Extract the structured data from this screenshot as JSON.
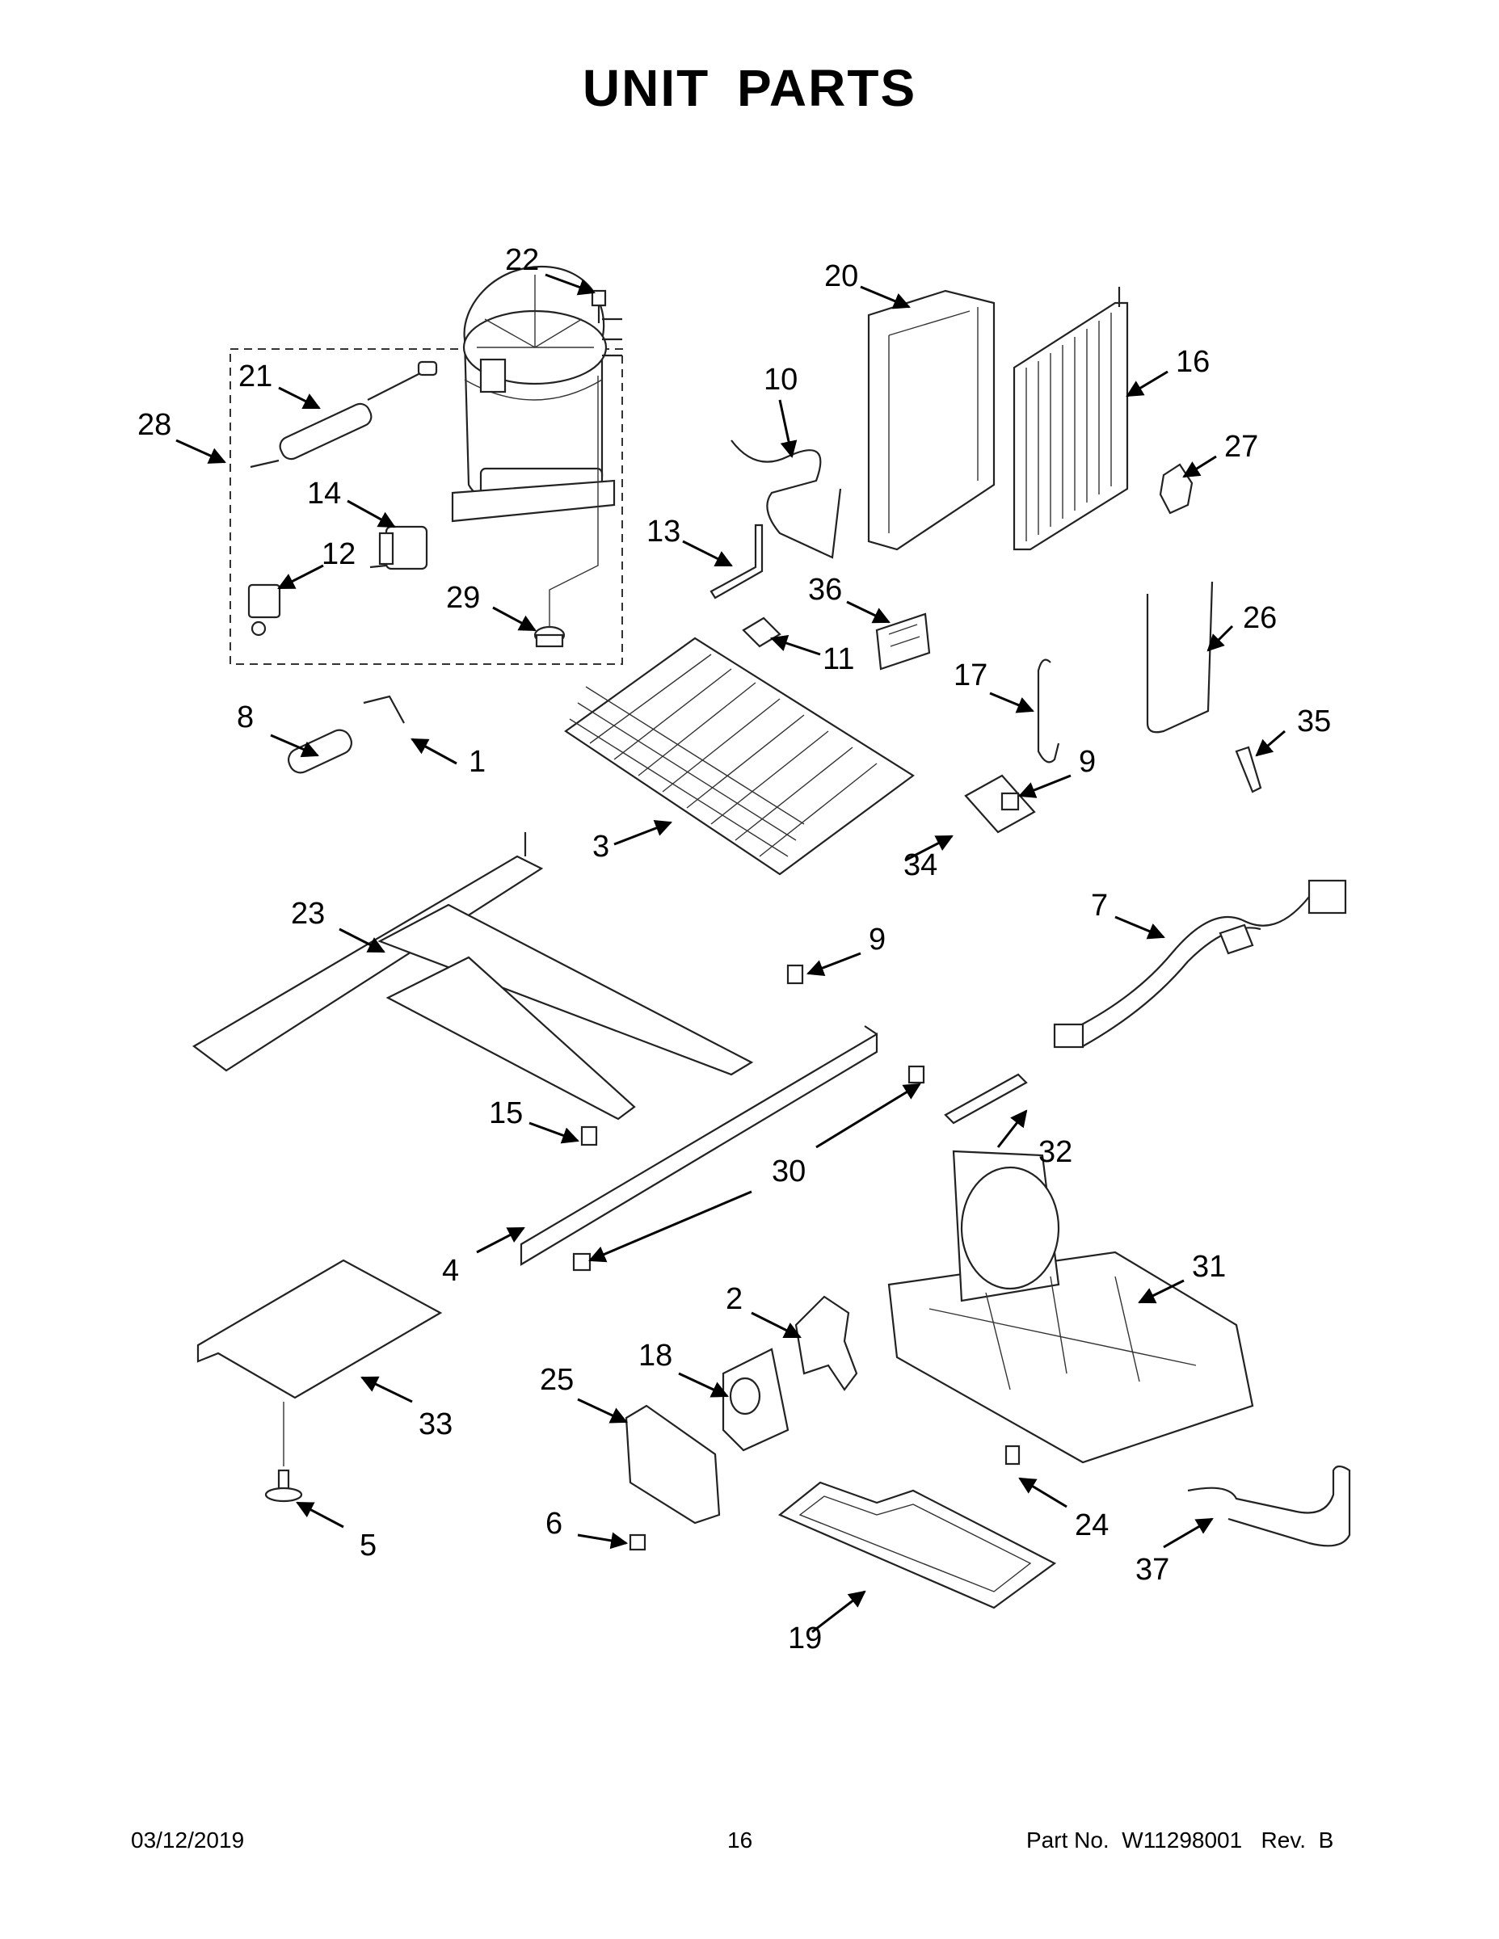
{
  "title": "UNIT PARTS",
  "callouts": [
    "1",
    "2",
    "3",
    "4",
    "5",
    "6",
    "7",
    "8",
    "9",
    "9",
    "10",
    "11",
    "12",
    "13",
    "14",
    "15",
    "16",
    "17",
    "18",
    "19",
    "20",
    "21",
    "22",
    "23",
    "24",
    "25",
    "26",
    "27",
    "28",
    "29",
    "30",
    "31",
    "32",
    "33",
    "34",
    "35",
    "36",
    "37"
  ],
  "footer": {
    "date": "03/12/2019",
    "page": "16",
    "part_no": "Part No.  W11298001   Rev.  B"
  }
}
